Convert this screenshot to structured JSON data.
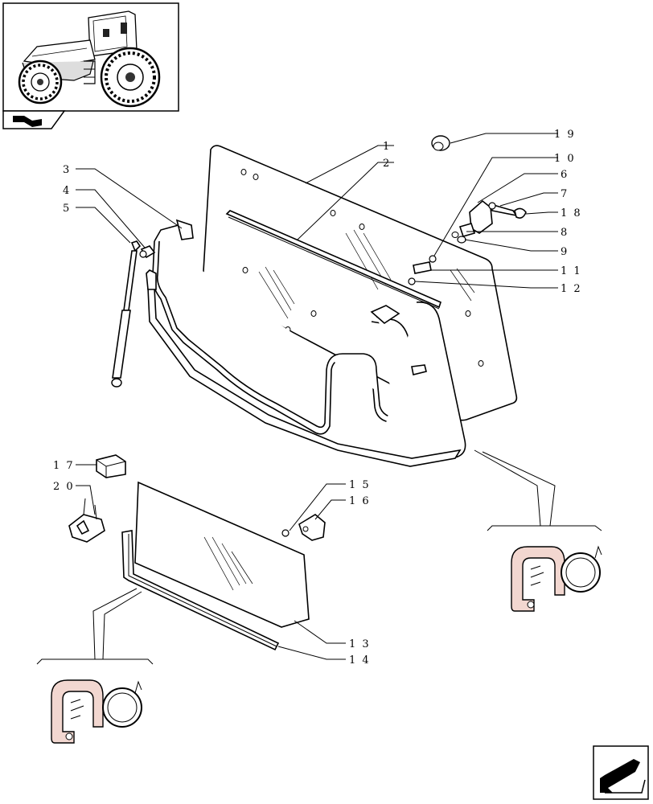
{
  "callouts": [
    {
      "id": "1",
      "label": "1"
    },
    {
      "id": "2",
      "label": "2"
    },
    {
      "id": "3",
      "label": "3"
    },
    {
      "id": "4",
      "label": "4"
    },
    {
      "id": "5",
      "label": "5"
    },
    {
      "id": "6",
      "label": "6"
    },
    {
      "id": "7",
      "label": "7"
    },
    {
      "id": "8",
      "label": "8"
    },
    {
      "id": "9",
      "label": "9"
    },
    {
      "id": "10",
      "label": "1 0"
    },
    {
      "id": "11",
      "label": "1 1"
    },
    {
      "id": "12",
      "label": "1 2"
    },
    {
      "id": "13",
      "label": "1 3"
    },
    {
      "id": "14",
      "label": "1 4"
    },
    {
      "id": "15",
      "label": "1 5"
    },
    {
      "id": "16",
      "label": "1 6"
    },
    {
      "id": "17",
      "label": "1 7"
    },
    {
      "id": "18",
      "label": "1 8"
    },
    {
      "id": "19",
      "label": "1 9"
    },
    {
      "id": "20",
      "label": "2 0"
    }
  ],
  "icons": {
    "thumbnail": "tractor-thumbnail-icon",
    "book": "book-icon",
    "nav_next": "next-page-arrow-icon"
  }
}
